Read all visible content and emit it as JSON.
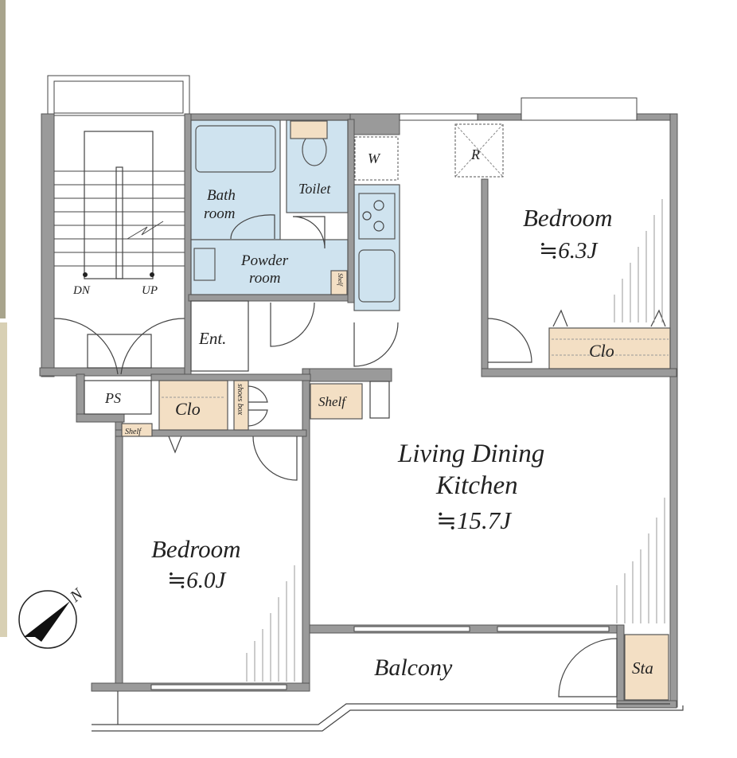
{
  "rooms": {
    "bedroom_right": {
      "name": "Bedroom",
      "size": "≒6.3J"
    },
    "bedroom_left": {
      "name": "Bedroom",
      "size": "≒6.0J"
    },
    "ldk": {
      "name_line1": "Living Dining",
      "name_line2": "Kitchen",
      "size": "≒15.7J"
    },
    "bath": {
      "line1": "Bath",
      "line2": "room"
    },
    "toilet": "Toilet",
    "powder": {
      "line1": "Powder",
      "line2": "room"
    },
    "entrance": "Ent.",
    "ps": "PS",
    "closet_entry": "Clo",
    "closet_bedroom": "Clo",
    "shoes_box": "shoes box",
    "shelf_small": "Shelf",
    "shelf_powder": "Shelf",
    "shelf_ldk": "Shelf",
    "balcony": "Balcony",
    "storage": "Sta",
    "washer": "W",
    "fridge": "R"
  },
  "stairs": {
    "down": "DN",
    "up": "UP"
  },
  "compass": {
    "north": "N"
  },
  "colors": {
    "wall": "#9a9a9a",
    "wet_area": "#cfe3ef",
    "storage": "#f3dfc4"
  }
}
